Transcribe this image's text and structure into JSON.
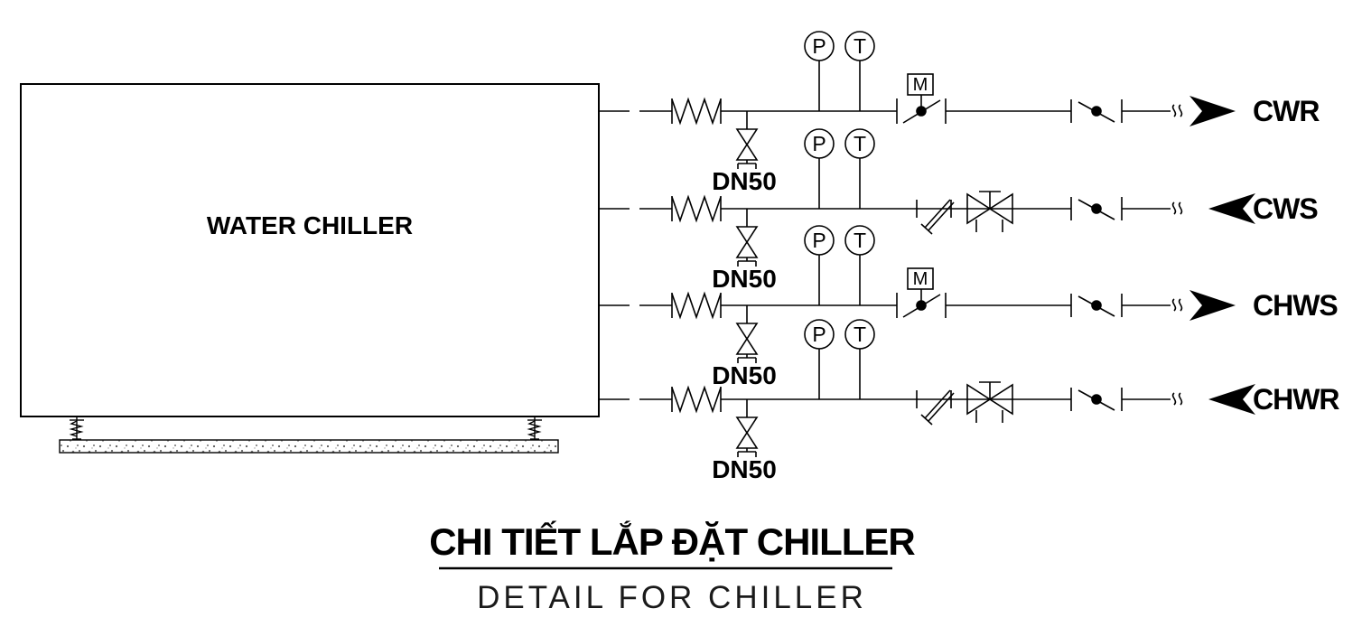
{
  "diagram": {
    "equipment_label": "WATER CHILLER",
    "title": "CHI TIẾT LẮP ĐẶT CHILLER",
    "subtitle": "DETAIL FOR CHILLER",
    "actuator_label": "M",
    "gauge_labels": {
      "pressure": "P",
      "temperature": "T"
    },
    "colors": {
      "ink": "#000000",
      "background": "#ffffff"
    },
    "lines": [
      {
        "label": "CWR",
        "drain_size": "DN50",
        "arrow": "right",
        "valve_train": "motorized-butterfly"
      },
      {
        "label": "CWS",
        "drain_size": "DN50",
        "arrow": "left",
        "valve_train": "check-gate-butterfly"
      },
      {
        "label": "CHWS",
        "drain_size": "DN50",
        "arrow": "right",
        "valve_train": "motorized-butterfly"
      },
      {
        "label": "CHWR",
        "drain_size": "DN50",
        "arrow": "left",
        "valve_train": "check-gate-butterfly"
      }
    ]
  }
}
